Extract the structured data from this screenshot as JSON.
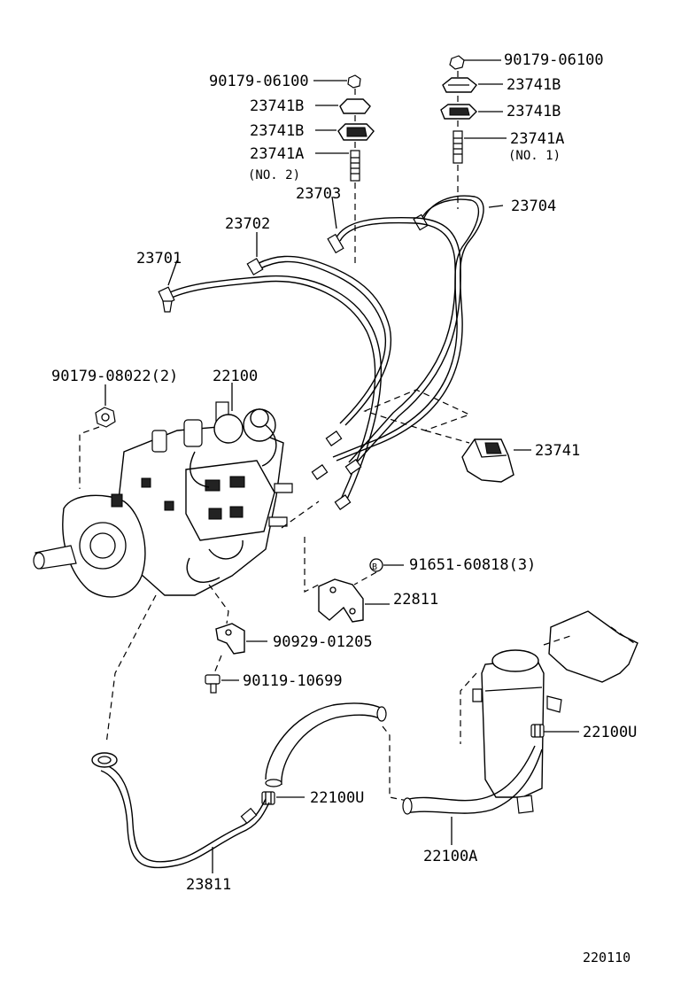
{
  "callouts": {
    "nut_top_right": "90179-06100",
    "clamp_b1_right": "23741B",
    "clamp_b2_right": "23741B",
    "bolt_a_right": "23741A",
    "no1": "(NO. 1)",
    "nut_top_left": "90179-06100",
    "clamp_b1_left": "23741B",
    "clamp_b2_left": "23741B",
    "bolt_a_left": "23741A",
    "no2": "(NO. 2)",
    "pipe_23703": "23703",
    "pipe_23704": "23704",
    "pipe_23702": "23702",
    "pipe_23701": "23701",
    "nut_pump": "90179-08022(2)",
    "pump_22100": "22100",
    "clamp_23741": "23741",
    "bolt_circle_marker": "B",
    "bolt_91651": "91651-60818(3)",
    "bracket_22811": "22811",
    "bracket_90929": "90929-01205",
    "bolt_90119": "90119-10699",
    "clip_22100u_right": "22100U",
    "clip_22100u_left": "22100U",
    "hose_22100a": "22100A",
    "pipe_23811": "23811"
  },
  "figure_code": "220110"
}
